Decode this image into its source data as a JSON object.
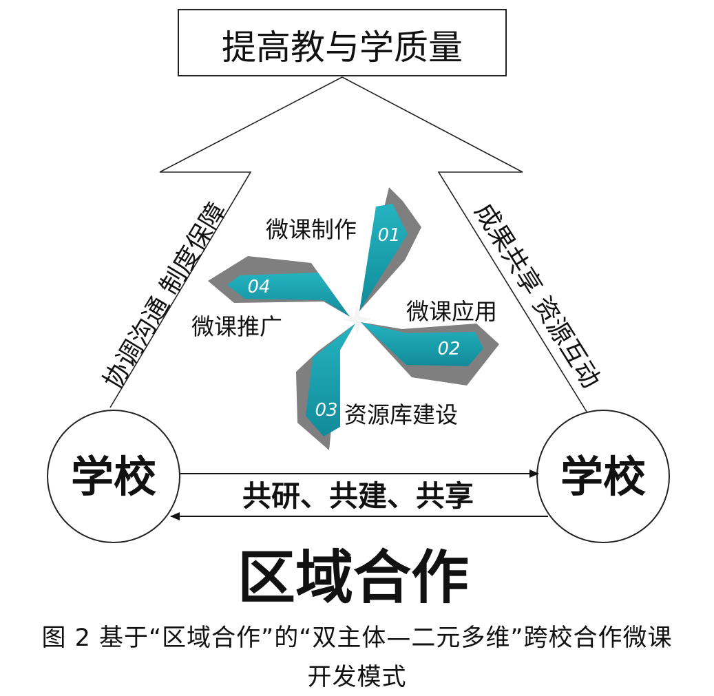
{
  "top_box": {
    "label": "提高教与学质量"
  },
  "side_labels": {
    "left": "协调沟通 制度保障",
    "right": "成果共享 资源互动"
  },
  "pinwheel": {
    "blade_colors": {
      "top": "#25b3c0",
      "bottom": "#128b99",
      "shadow": "#7f7f7f"
    },
    "blades": [
      {
        "number": "01",
        "label": "微课制作"
      },
      {
        "number": "02",
        "label": "微课应用"
      },
      {
        "number": "03",
        "label": "资源库建设"
      },
      {
        "number": "04",
        "label": "微课推广"
      }
    ]
  },
  "circles": {
    "left": "学校",
    "right": "学校"
  },
  "arrows": {
    "label": "共研、共建、共享"
  },
  "bottom_title": "区域合作",
  "caption": {
    "line1": "图 2 基于“区域合作”的“双主体—二元多维”跨校合作微课",
    "line2": "开发模式"
  }
}
